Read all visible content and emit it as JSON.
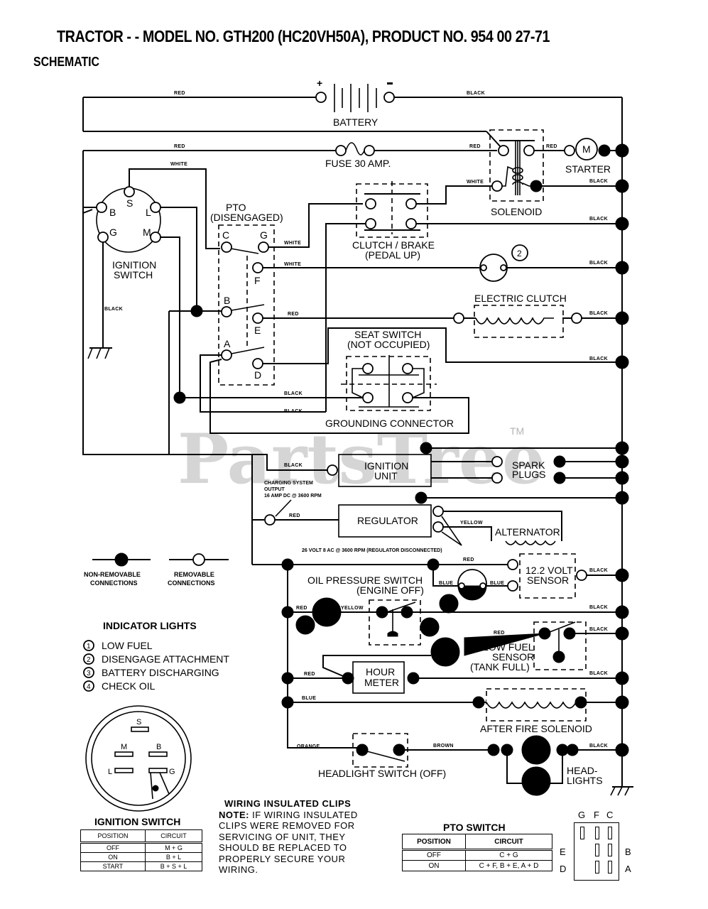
{
  "header": {
    "title": "TRACTOR - - MODEL NO. GTH200 (HC20VH50A), PRODUCT NO. 954 00 27-71",
    "subtitle": "SCHEMATIC"
  },
  "watermark": {
    "text": "PartsTree",
    "tm": "TM"
  },
  "components": {
    "battery": "BATTERY",
    "battery_pos": "+",
    "battery_neg": "-",
    "fuse": "FUSE 30 AMP.",
    "solenoid": "SOLENOID",
    "starter": "STARTER",
    "starter_symbol": "M",
    "ignition_switch": [
      "IGNITION",
      "SWITCH"
    ],
    "ign_terminals": {
      "B": "B",
      "S": "S",
      "L": "L",
      "G": "G",
      "M": "M"
    },
    "pto": [
      "PTO",
      "(DISENGAGED)"
    ],
    "pto_terminals": {
      "C": "C",
      "G": "G",
      "F": "F",
      "B": "B",
      "E": "E",
      "A": "A",
      "D": "D"
    },
    "clutch_brake": [
      "CLUTCH / BRAKE",
      "(PEDAL UP)"
    ],
    "indicator_2": "2",
    "electric_clutch": "ELECTRIC CLUTCH",
    "seat_switch": [
      "SEAT SWITCH",
      "(NOT OCCUPIED)"
    ],
    "grounding_connector": "GROUNDING CONNECTOR",
    "ignition_unit": [
      "IGNITION",
      "UNIT"
    ],
    "spark_plugs": [
      "SPARK",
      "PLUGS"
    ],
    "charging_output": [
      "CHARGING SYSTEM",
      "OUTPUT",
      "16 AMP DC @ 3600 RPM"
    ],
    "regulator": "REGULATOR",
    "alternator": "ALTERNATOR",
    "alt_output_note": "26 VOLT 8 AC @ 3600 RPM (REGULATOR DISCONNECTED)",
    "volt_sensor": [
      "12.2 VOLT",
      "SENSOR"
    ],
    "oil_switch": [
      "OIL PRESSURE SWITCH",
      "(ENGINE OFF)"
    ],
    "fuel_sensor": [
      "LOW FUEL",
      "SENSOR",
      "(TANK FULL)"
    ],
    "hour_meter": [
      "HOUR",
      "METER"
    ],
    "after_fire": "AFTER FIRE SOLENOID",
    "headlight_switch": "HEADLIGHT SWITCH (OFF)",
    "headlights": [
      "HEAD-",
      "LIGHTS"
    ]
  },
  "wire_labels": {
    "red": "RED",
    "black": "BLACK",
    "white": "WHITE",
    "yellow": "YELLOW",
    "blue": "BLUE",
    "orange": "ORANGE",
    "brown": "BROWN"
  },
  "legend": {
    "non_removable": [
      "NON-REMOVABLE",
      "CONNECTIONS"
    ],
    "removable": [
      "REMOVABLE",
      "CONNECTIONS"
    ]
  },
  "indicator_lights": {
    "title": "INDICATOR LIGHTS",
    "items": [
      {
        "num": "1",
        "label": "LOW FUEL"
      },
      {
        "num": "2",
        "label": "DISENGAGE ATTACHMENT"
      },
      {
        "num": "3",
        "label": "BATTERY DISCHARGING"
      },
      {
        "num": "4",
        "label": "CHECK OIL"
      }
    ]
  },
  "ignition_switch_detail": {
    "title": "IGNITION SWITCH",
    "terminals": [
      "S",
      "M",
      "B",
      "L",
      "G"
    ],
    "table": {
      "headers": [
        "POSITION",
        "CIRCUIT"
      ],
      "rows": [
        [
          "OFF",
          "M + G"
        ],
        [
          "ON",
          "B + L"
        ],
        [
          "START",
          "B + S + L"
        ]
      ]
    }
  },
  "wiring_clips": {
    "title": "WIRING INSULATED CLIPS",
    "note_label": "NOTE:",
    "lines": [
      "IF WIRING INSULATED",
      "CLIPS WERE REMOVED FOR",
      "SERVICING OF UNIT, THEY",
      "SHOULD BE REPLACED TO",
      "PROPERLY SECURE YOUR",
      "WIRING."
    ]
  },
  "pto_switch_detail": {
    "title": "PTO SWITCH",
    "table": {
      "headers": [
        "POSITION",
        "CIRCUIT"
      ],
      "rows": [
        [
          "OFF",
          "C + G"
        ],
        [
          "ON",
          "C + F, B + E, A + D"
        ]
      ]
    },
    "top_labels": [
      "G",
      "F",
      "C"
    ],
    "left_labels": [
      "E",
      "D"
    ],
    "right_labels": [
      "B",
      "A"
    ]
  }
}
